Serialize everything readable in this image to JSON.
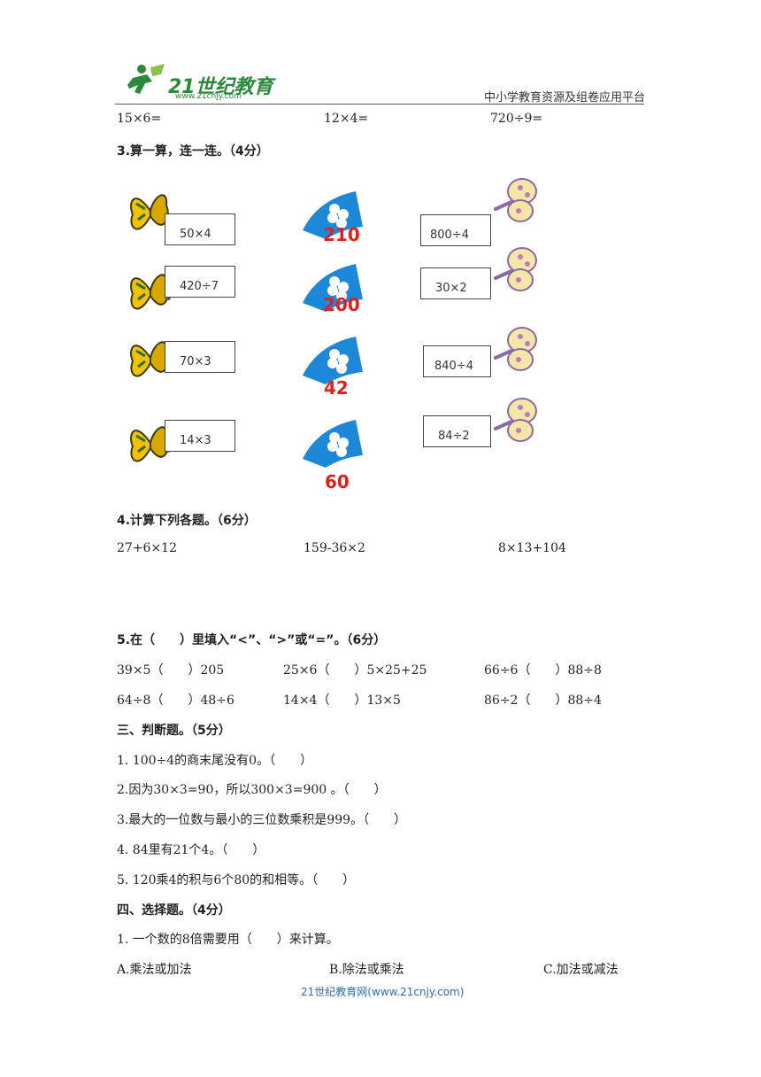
{
  "header": {
    "logo_text": "21世纪教育",
    "logo_sub": "www.21cnjy.com",
    "right_text": "中小学教育资源及组卷应用平台"
  },
  "top_row": [
    "15×6=",
    "12×4=",
    "720÷9="
  ],
  "section3": {
    "title": "3.算一算，连一连。（4分）",
    "left_boxes": [
      "50×4",
      "420÷7",
      "70×3",
      "14×3"
    ],
    "middle_numbers": [
      "210",
      "200",
      "42",
      "60"
    ],
    "right_boxes": [
      "800÷4",
      "30×2",
      "840÷4",
      "84÷2"
    ]
  },
  "section4": {
    "title": "4.计算下列各题。（6分）",
    "items": [
      "27+6×12",
      "159-36×2",
      "8×13+104"
    ]
  },
  "section5": {
    "title": "5.在（　　）里填入“<”、“>”或“=”。（6分）",
    "row1": [
      "39×5（　　）205",
      "25×6（　　）5×25+25",
      "66÷6（　　）88÷8"
    ],
    "row2": [
      "64÷8（　　）48÷6",
      "14×4（　　）13×5",
      "86÷2（　　）88÷4"
    ]
  },
  "judge": {
    "title": "三、判断题。（5分）",
    "items": [
      "1.  100÷4的商末尾没有0。（　　）",
      "2.因为30×3=90，所以300×3=900 。（　　）",
      "3.最大的一位数与最小的三位数乘积是999。（　　）",
      "4.  84里有21个4。（　　）",
      "5.  120乘4的积与6个80的和相等。（　　）"
    ]
  },
  "choice": {
    "title": "四、选择题。（4分）",
    "question": "1.  一个数的8倍需要用（　　）来计算。",
    "options": [
      "A.乘法或加法",
      "B.除法或乘法",
      "C.加法或减法"
    ]
  },
  "footer": "21世纪教育网(www.21cnjy.com)",
  "colors": {
    "brand_green": "#2a8a3a",
    "fan_blue": "#1e88d8",
    "number_red": "#e0201e",
    "footer_blue": "#2a6ebd"
  }
}
